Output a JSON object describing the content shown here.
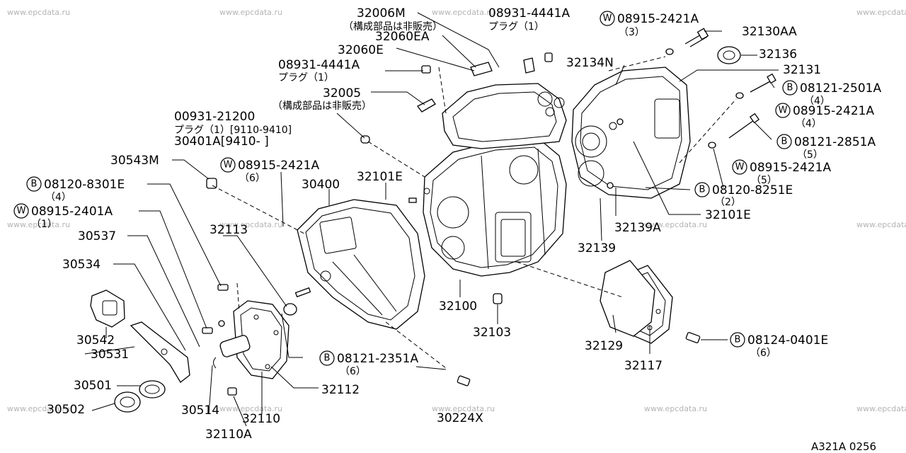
{
  "watermark": "www.epcdata.ru",
  "caption": "A321A 0256",
  "labels": {
    "p32006M": "32006M",
    "p32006M_note": "（構成部品は非販売）",
    "p32060EA": "32060EA",
    "p32060E": "32060E",
    "p08931_1": "08931-4441A",
    "p08931_1_note": "プラグ（1）",
    "p08931_2": "08931-4441A",
    "p08931_2_note": "プラグ（1）",
    "p32005": "32005",
    "p32005_note": "（構成部品は非販売）",
    "p00931": "00931-21200",
    "p00931_note": "プラグ（1）[9110-9410]",
    "p30401A": "30401A[9410-     ]",
    "p30543M": "30543M",
    "p08120_8301E": "08120-8301E",
    "p08120_8301E_q": "（4）",
    "p08915_2401A": "08915-2401A",
    "p08915_2401A_q": "（1）",
    "p30537": "30537",
    "p30534": "30534",
    "p30542": "30542",
    "p30531": "30531",
    "p30501": "30501",
    "p30502": "30502",
    "p30514": "30514",
    "p32110": "32110",
    "p32110A": "32110A",
    "p32112": "32112",
    "p32113": "32113",
    "p08121_2351A": "08121-2351A",
    "p08121_2351A_q": "（6）",
    "p30224X": "30224X",
    "p08915_2421A_a": "08915-2421A",
    "p08915_2421A_a_q": "（6）",
    "p30400": "30400",
    "p32101E_a": "32101E",
    "p32100": "32100",
    "p32103": "32103",
    "p08915_2421A_b": "08915-2421A",
    "p08915_2421A_b_q": "（3）",
    "p32130AA": "32130AA",
    "p32136": "32136",
    "p32134N": "32134N",
    "p32131": "32131",
    "p08121_2501A": "08121-2501A",
    "p08121_2501A_q": "（4）",
    "p08915_2421A_c": "08915-2421A",
    "p08915_2421A_c_q": "（4）",
    "p08121_2851A": "08121-2851A",
    "p08121_2851A_q": "（5）",
    "p08915_2421A_d": "08915-2421A",
    "p08915_2421A_d_q": "（5）",
    "p08120_8251E": "08120-8251E",
    "p08120_8251E_q": "（2）",
    "p32101E_b": "32101E",
    "p32139A": "32139A",
    "p32139": "32139",
    "p32129": "32129",
    "p32117": "32117",
    "p08124_0401E": "08124-0401E",
    "p08124_0401E_q": "（6）"
  },
  "badges": {
    "bolt": "B",
    "washer": "W"
  }
}
